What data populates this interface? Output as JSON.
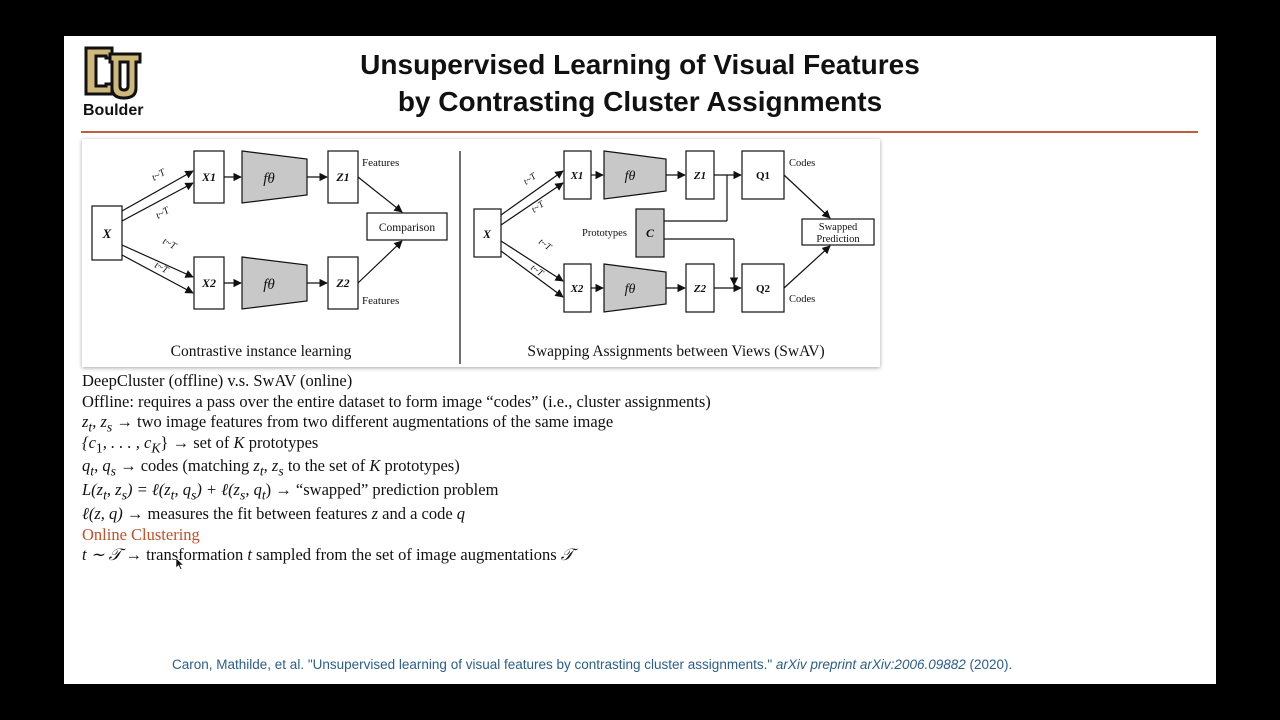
{
  "header": {
    "logo_text": "Boulder",
    "title_line1": "Unsupervised Learning of Visual Features",
    "title_line2": "by Contrasting Cluster Assignments"
  },
  "figure": {
    "left": {
      "caption": "Contrastive instance learning",
      "input": "X",
      "view1": "X1",
      "view2": "X2",
      "encoder": "fθ",
      "feat1": "Z1",
      "feat2": "Z2",
      "aug": "t~T",
      "features_top": "Features",
      "features_bottom": "Features",
      "comparison": "Comparison"
    },
    "right": {
      "caption": "Swapping Assignments between Views (SwAV)",
      "input": "X",
      "view1": "X1",
      "view2": "X2",
      "encoder": "fθ",
      "feat1": "Z1",
      "feat2": "Z2",
      "code1": "Q1",
      "code2": "Q2",
      "prototypes_label": "Prototypes",
      "prototypes": "C",
      "codes_top": "Codes",
      "codes_bottom": "Codes",
      "swapped_line1": "Swapped",
      "swapped_line2": "Prediction",
      "aug": "t~T"
    }
  },
  "body": {
    "l1": "DeepCluster (offline) v.s. SwAV (online)",
    "l2": "Offline: requires a pass over the entire dataset to form image “codes” (i.e., cluster assignments)",
    "l3a": "z",
    "l3b": "t",
    "l3c": ", z",
    "l3d": "s",
    "l3e": " → two image features from two different augmentations of the same image",
    "l4a": "{c",
    "l4b": "1",
    "l4c": ", . . . , c",
    "l4d": "K",
    "l4e": "} → set of ",
    "l4f": "K",
    "l4g": " prototypes",
    "l5a": "q",
    "l5b": "t",
    "l5c": ", q",
    "l5d": "s",
    "l5e": " → codes (matching ",
    "l5f": "z",
    "l5g": "t",
    "l5h": ", z",
    "l5i": "s",
    "l5j": " to the set of ",
    "l5k": "K",
    "l5l": " prototypes)",
    "l6a": "L(z",
    "l6b": "t",
    "l6c": ", z",
    "l6d": "s",
    "l6e": ") = ℓ(z",
    "l6f": "t",
    "l6g": ", q",
    "l6h": "s",
    "l6i": ") + ℓ(z",
    "l6j": "s",
    "l6k": ", q",
    "l6l": "t",
    "l6m": ") → “swapped” prediction problem",
    "l7a": "ℓ(z, q)",
    "l7b": " → measures the fit between features ",
    "l7c": "z",
    "l7d": " and a code ",
    "l7e": "q",
    "l8": "Online Clustering",
    "l9a": "t ∼ 𝒯",
    "l9b": " → transformation ",
    "l9c": "t",
    "l9d": " sampled from the set of image augmentations ",
    "l9e": "𝒯"
  },
  "citation": {
    "main": "Caron, Mathilde, et al. \"Unsupervised learning of visual features by contrasting cluster assignments.\" ",
    "journal": "arXiv preprint arXiv:2006.09882",
    "year": " (2020)."
  },
  "colors": {
    "accent_rule": "#c0603a",
    "online_clustering": "#c0502a",
    "citation": "#2a5e8c",
    "encoder_fill": "#c8c8c8"
  }
}
